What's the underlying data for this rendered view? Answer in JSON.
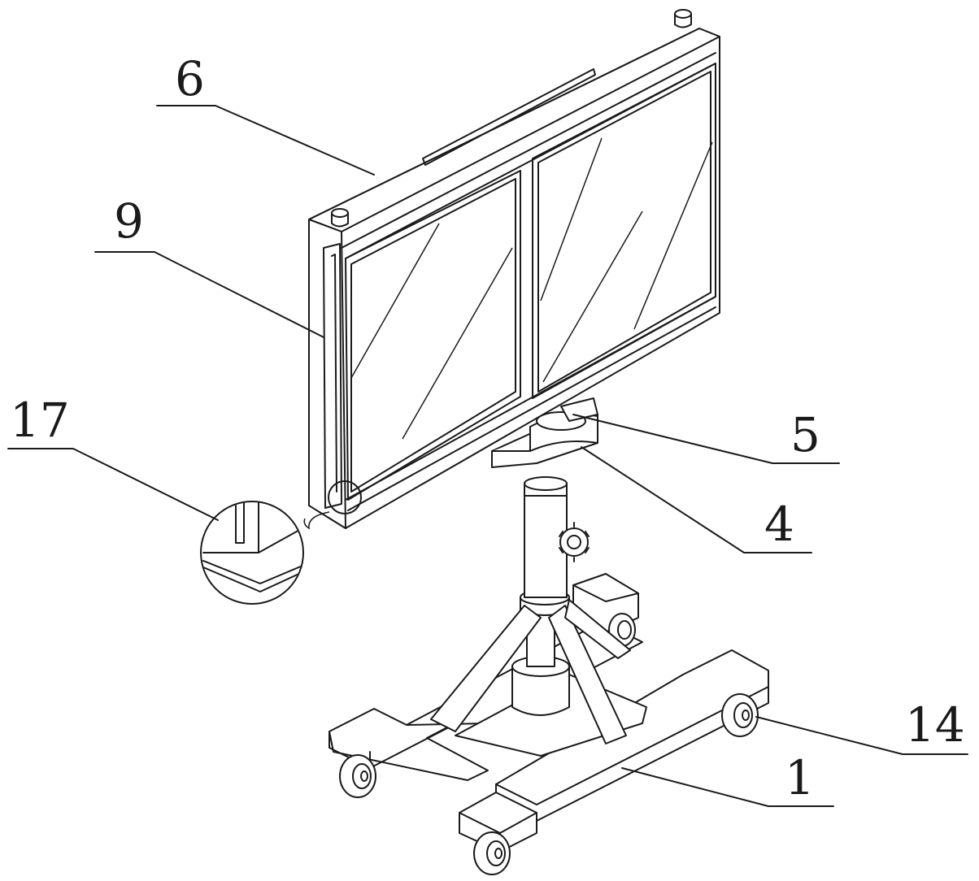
{
  "figure": {
    "callouts": {
      "c6": "6",
      "c9": "9",
      "c17": "17",
      "c5": "5",
      "c4": "4",
      "c14": "14",
      "c1": "1"
    }
  }
}
